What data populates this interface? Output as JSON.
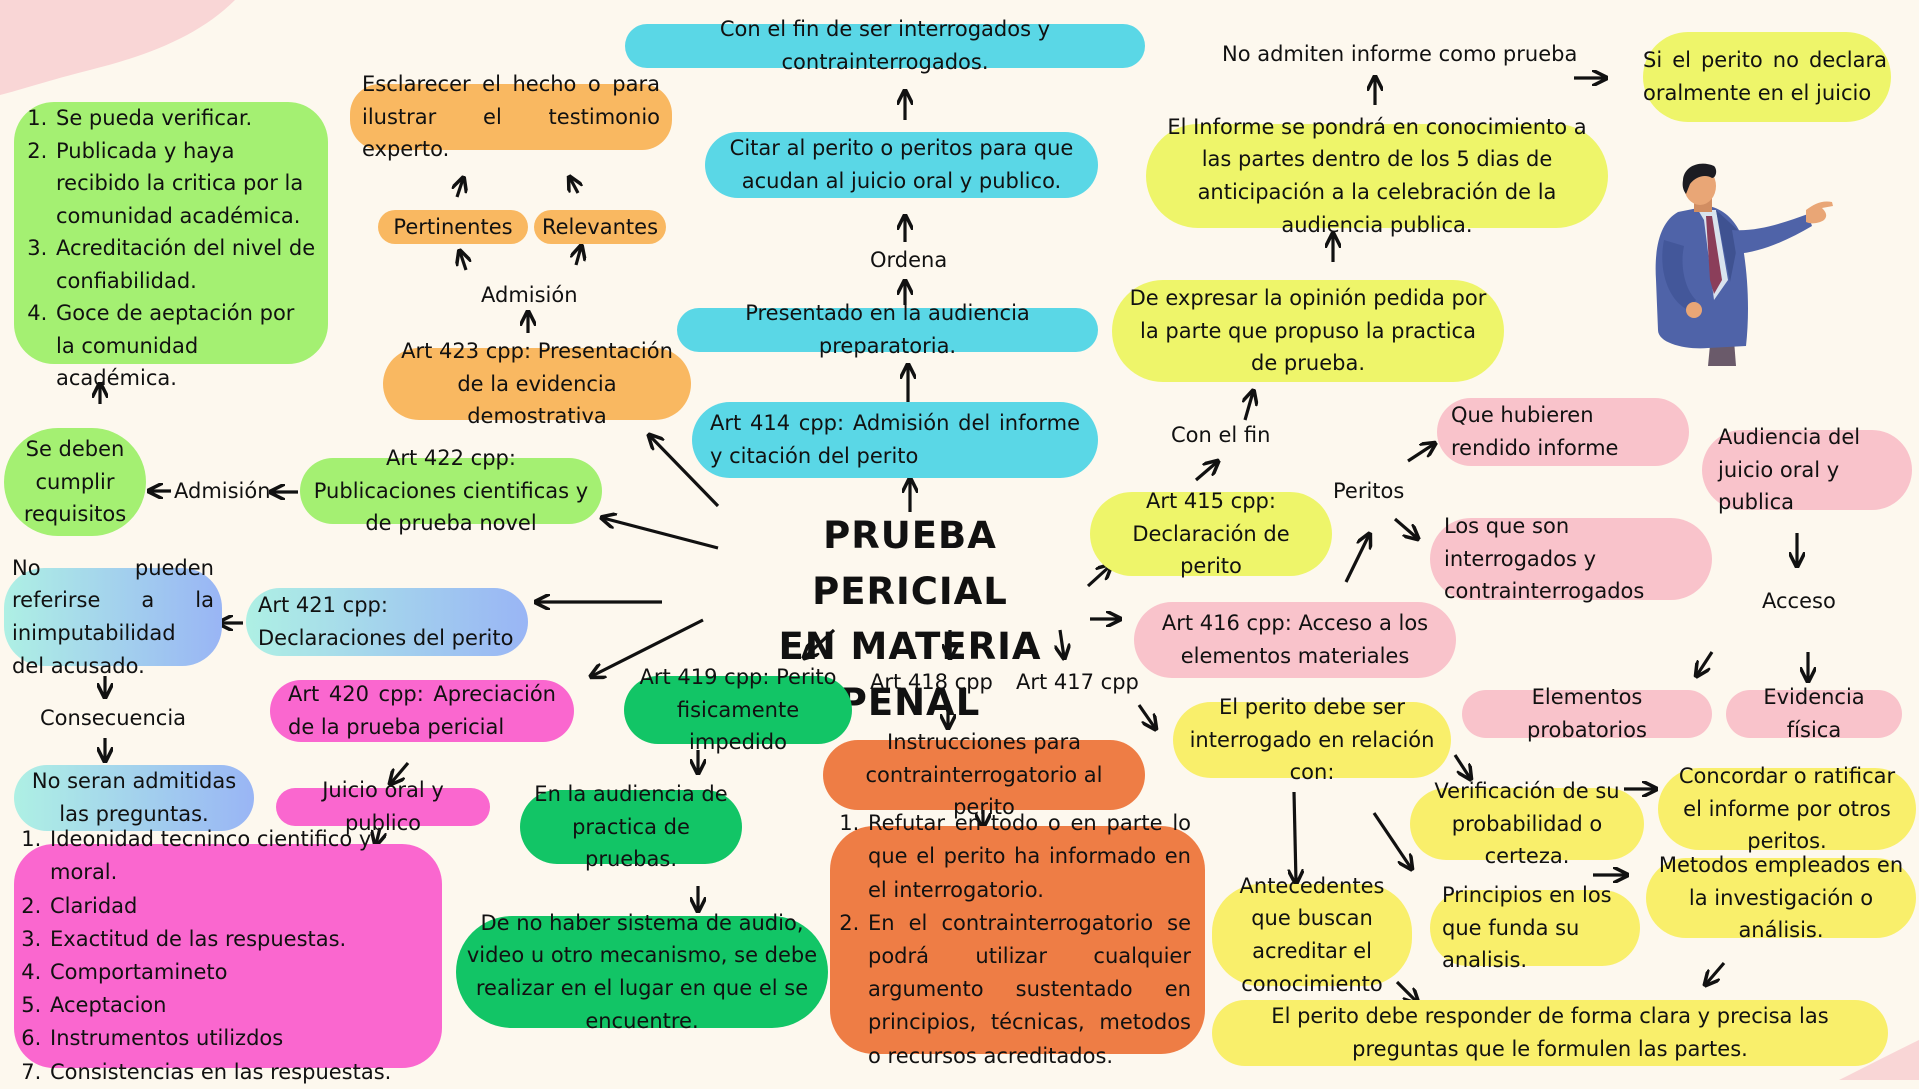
{
  "title": {
    "line1": "PRUEBA PERICIAL",
    "line2": "EN MATERIA PENAL"
  },
  "nodes": {
    "interrogados": "Con el fin de ser interrogados y contrainterrogados.",
    "citar": "Citar al perito o peritos para que acudan al juicio oral y publico.",
    "ordena": "Ordena",
    "presentado": "Presentado en la audiencia preparatoria.",
    "art414": "Art 414 cpp: Admisión del informe y citación del perito",
    "esclarecer": "Esclarecer el hecho o para ilustrar el testimonio experto.",
    "pertinentes": "Pertinentes",
    "relevantes": "Relevantes",
    "admision_top": "Admisión",
    "art423": "Art 423 cpp: Presentación de la evidencia demostrativa",
    "requisitos": [
      "Se pueda verificar.",
      "Publicada y haya recibido la critica por la comunidad académica.",
      "Acreditación del nivel de confiabilidad.",
      "Goce de aeptación por la comunidad académica."
    ],
    "se_deben": "Se deben cumplir requisitos",
    "admision_left": "Admisión",
    "art422": "Art 422 cpp: Publicaciones cientificas y de prueba novel",
    "no_pueden": "No pueden referirse a la inimputabilidad del acusado.",
    "art421": "Art 421 cpp: Declaraciones del perito",
    "consecuencia": "Consecuencia",
    "no_seran": "No seran admitidas las preguntas.",
    "art420": "Art 420 cpp: Apreciación de la prueba pericial",
    "juicio_oral": "Juicio oral y publico",
    "criterios": [
      "Ideonidad tecninco cientifico y moral.",
      "Claridad",
      "Exactitud de las respuestas.",
      "Comportamineto",
      "Aceptacion",
      "Instrumentos utilizdos",
      "Consistencias en las respuestas."
    ],
    "art419": "Art 419 cpp: Perito fisicamente impedido",
    "audiencia_pruebas": "En la audiencia de practica de pruebas.",
    "no_haber": "De no haber sistema de audio, video u otro mecanismo, se debe realizar en el lugar en que el se encuentre.",
    "art418": "Art 418 cpp",
    "art417": "Art 417 cpp",
    "instrucciones": "Instrucciones para contrainterrogatorio al perito",
    "refutar": [
      "Refutar en todo o en parte lo que el perito ha informado en el interrogatorio.",
      "En el contrainterrogatorio se podrá utilizar cualquier argumento sustentado en principios, técnicas, metodos o recursos acreditados."
    ],
    "no_admiten": "No admiten informe como prueba",
    "si_perito": "Si el perito no declara oralmente en el juicio",
    "informe": "El Informe se pondrá en conocimiento a las partes dentro de los 5 dias de anticipación a la celebración de la audiencia publica.",
    "expresar": "De expresar la opinión pedida por la parte que propuso la practica de prueba.",
    "con_fin": "Con el fin",
    "art415": "Art 415 cpp: Declaración de perito",
    "peritos": "Peritos",
    "rendido": "Que hubieren rendido informe",
    "interrogados2": "Los que son interrogados y contrainterrogados",
    "art416": "Art 416 cpp: Acceso a los elementos materiales",
    "audiencia_juicio": "Audiencia del juicio oral y publica",
    "acceso": "Acceso",
    "elementos": "Elementos probatorios",
    "evidencia": "Evidencia física",
    "debe_ser": "El perito debe ser interrogado en relación con:",
    "verificacion": "Verificación de su probabilidad o certeza.",
    "concordar": "Concordar o ratificar el informe por otros peritos.",
    "antecedentes": "Antecedentes que buscan acreditar el conocimiento",
    "principios": "Principios en los que funda su analisis.",
    "metodos": "Metodos empleados en la investigación o análisis.",
    "responder": "El perito debe responder de forma clara y precisa las preguntas que le formulen las partes."
  },
  "colors": {
    "background": "#fdf8ee",
    "cyan": "#5ad7e6",
    "orange": "#f9b861",
    "green": "#a4f072",
    "yellow": "#eef56a",
    "pink": "#f9c3cb",
    "magenta": "#fa67cf",
    "dark_green": "#12c566",
    "dark_orange": "#ee7d45",
    "blob": "#f9d6d6"
  },
  "icons": [
    "presenter-illustration",
    "arrow-icon"
  ]
}
